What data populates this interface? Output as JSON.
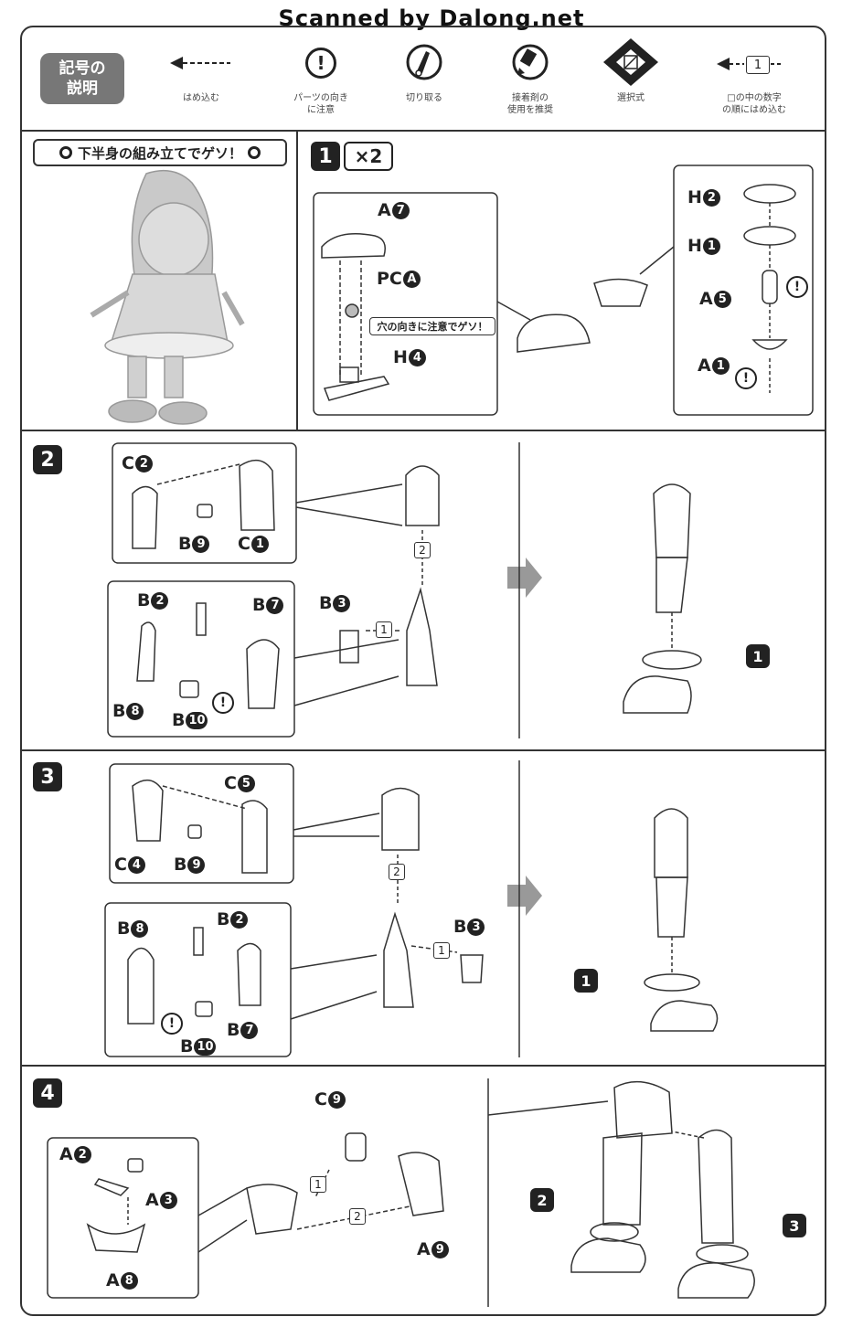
{
  "header": {
    "scan_credit": "Scanned by Dalong.net"
  },
  "legend": {
    "title_line1": "記号の",
    "title_line2": "説明",
    "items": [
      {
        "label": "はめ込む",
        "icon": "dashed-arrow-icon"
      },
      {
        "label": "パーツの向き",
        "label2": "に注意",
        "icon": "exclamation-icon",
        "glyph": "!"
      },
      {
        "label": "切り取る",
        "icon": "cutter-icon"
      },
      {
        "label": "接着剤の",
        "label2": "使用を推奨",
        "icon": "glue-icon"
      },
      {
        "label": "選択式",
        "icon": "choice-diamond-icon"
      },
      {
        "label": "□の中の数字",
        "label2": "の順にはめ込む",
        "icon": "order-number-icon",
        "glyph": "1"
      }
    ]
  },
  "section_title": "下半身の組み立てでゲソ！",
  "step1": {
    "badge": "1",
    "multiplier": "×2",
    "caution": "穴の向きに注意でゲソ！",
    "parts": [
      {
        "letter": "A",
        "num": "7"
      },
      {
        "letter": "PC",
        "num": "A"
      },
      {
        "letter": "H",
        "num": "4"
      },
      {
        "letter": "H",
        "num": "2"
      },
      {
        "letter": "H",
        "num": "1"
      },
      {
        "letter": "A",
        "num": "5"
      },
      {
        "letter": "A",
        "num": "1"
      }
    ]
  },
  "step2": {
    "badge": "2",
    "parts": [
      {
        "letter": "C",
        "num": "2"
      },
      {
        "letter": "B",
        "num": "9"
      },
      {
        "letter": "C",
        "num": "1"
      },
      {
        "letter": "B",
        "num": "2"
      },
      {
        "letter": "B",
        "num": "7"
      },
      {
        "letter": "B",
        "num": "3"
      },
      {
        "letter": "B",
        "num": "8"
      },
      {
        "letter": "B",
        "num": "10"
      }
    ],
    "order": [
      "1",
      "2"
    ],
    "ref": "1"
  },
  "step3": {
    "badge": "3",
    "parts": [
      {
        "letter": "C",
        "num": "5"
      },
      {
        "letter": "C",
        "num": "4"
      },
      {
        "letter": "B",
        "num": "9"
      },
      {
        "letter": "B",
        "num": "8"
      },
      {
        "letter": "B",
        "num": "2"
      },
      {
        "letter": "B",
        "num": "3"
      },
      {
        "letter": "B",
        "num": "10"
      },
      {
        "letter": "B",
        "num": "7"
      }
    ],
    "order": [
      "1",
      "2"
    ],
    "ref": "1"
  },
  "step4": {
    "badge": "4",
    "parts": [
      {
        "letter": "A",
        "num": "2"
      },
      {
        "letter": "A",
        "num": "3"
      },
      {
        "letter": "A",
        "num": "8"
      },
      {
        "letter": "C",
        "num": "9"
      },
      {
        "letter": "A",
        "num": "9"
      }
    ],
    "order": [
      "1",
      "2"
    ],
    "refs": [
      "2",
      "3"
    ]
  },
  "warn_glyph": "!"
}
